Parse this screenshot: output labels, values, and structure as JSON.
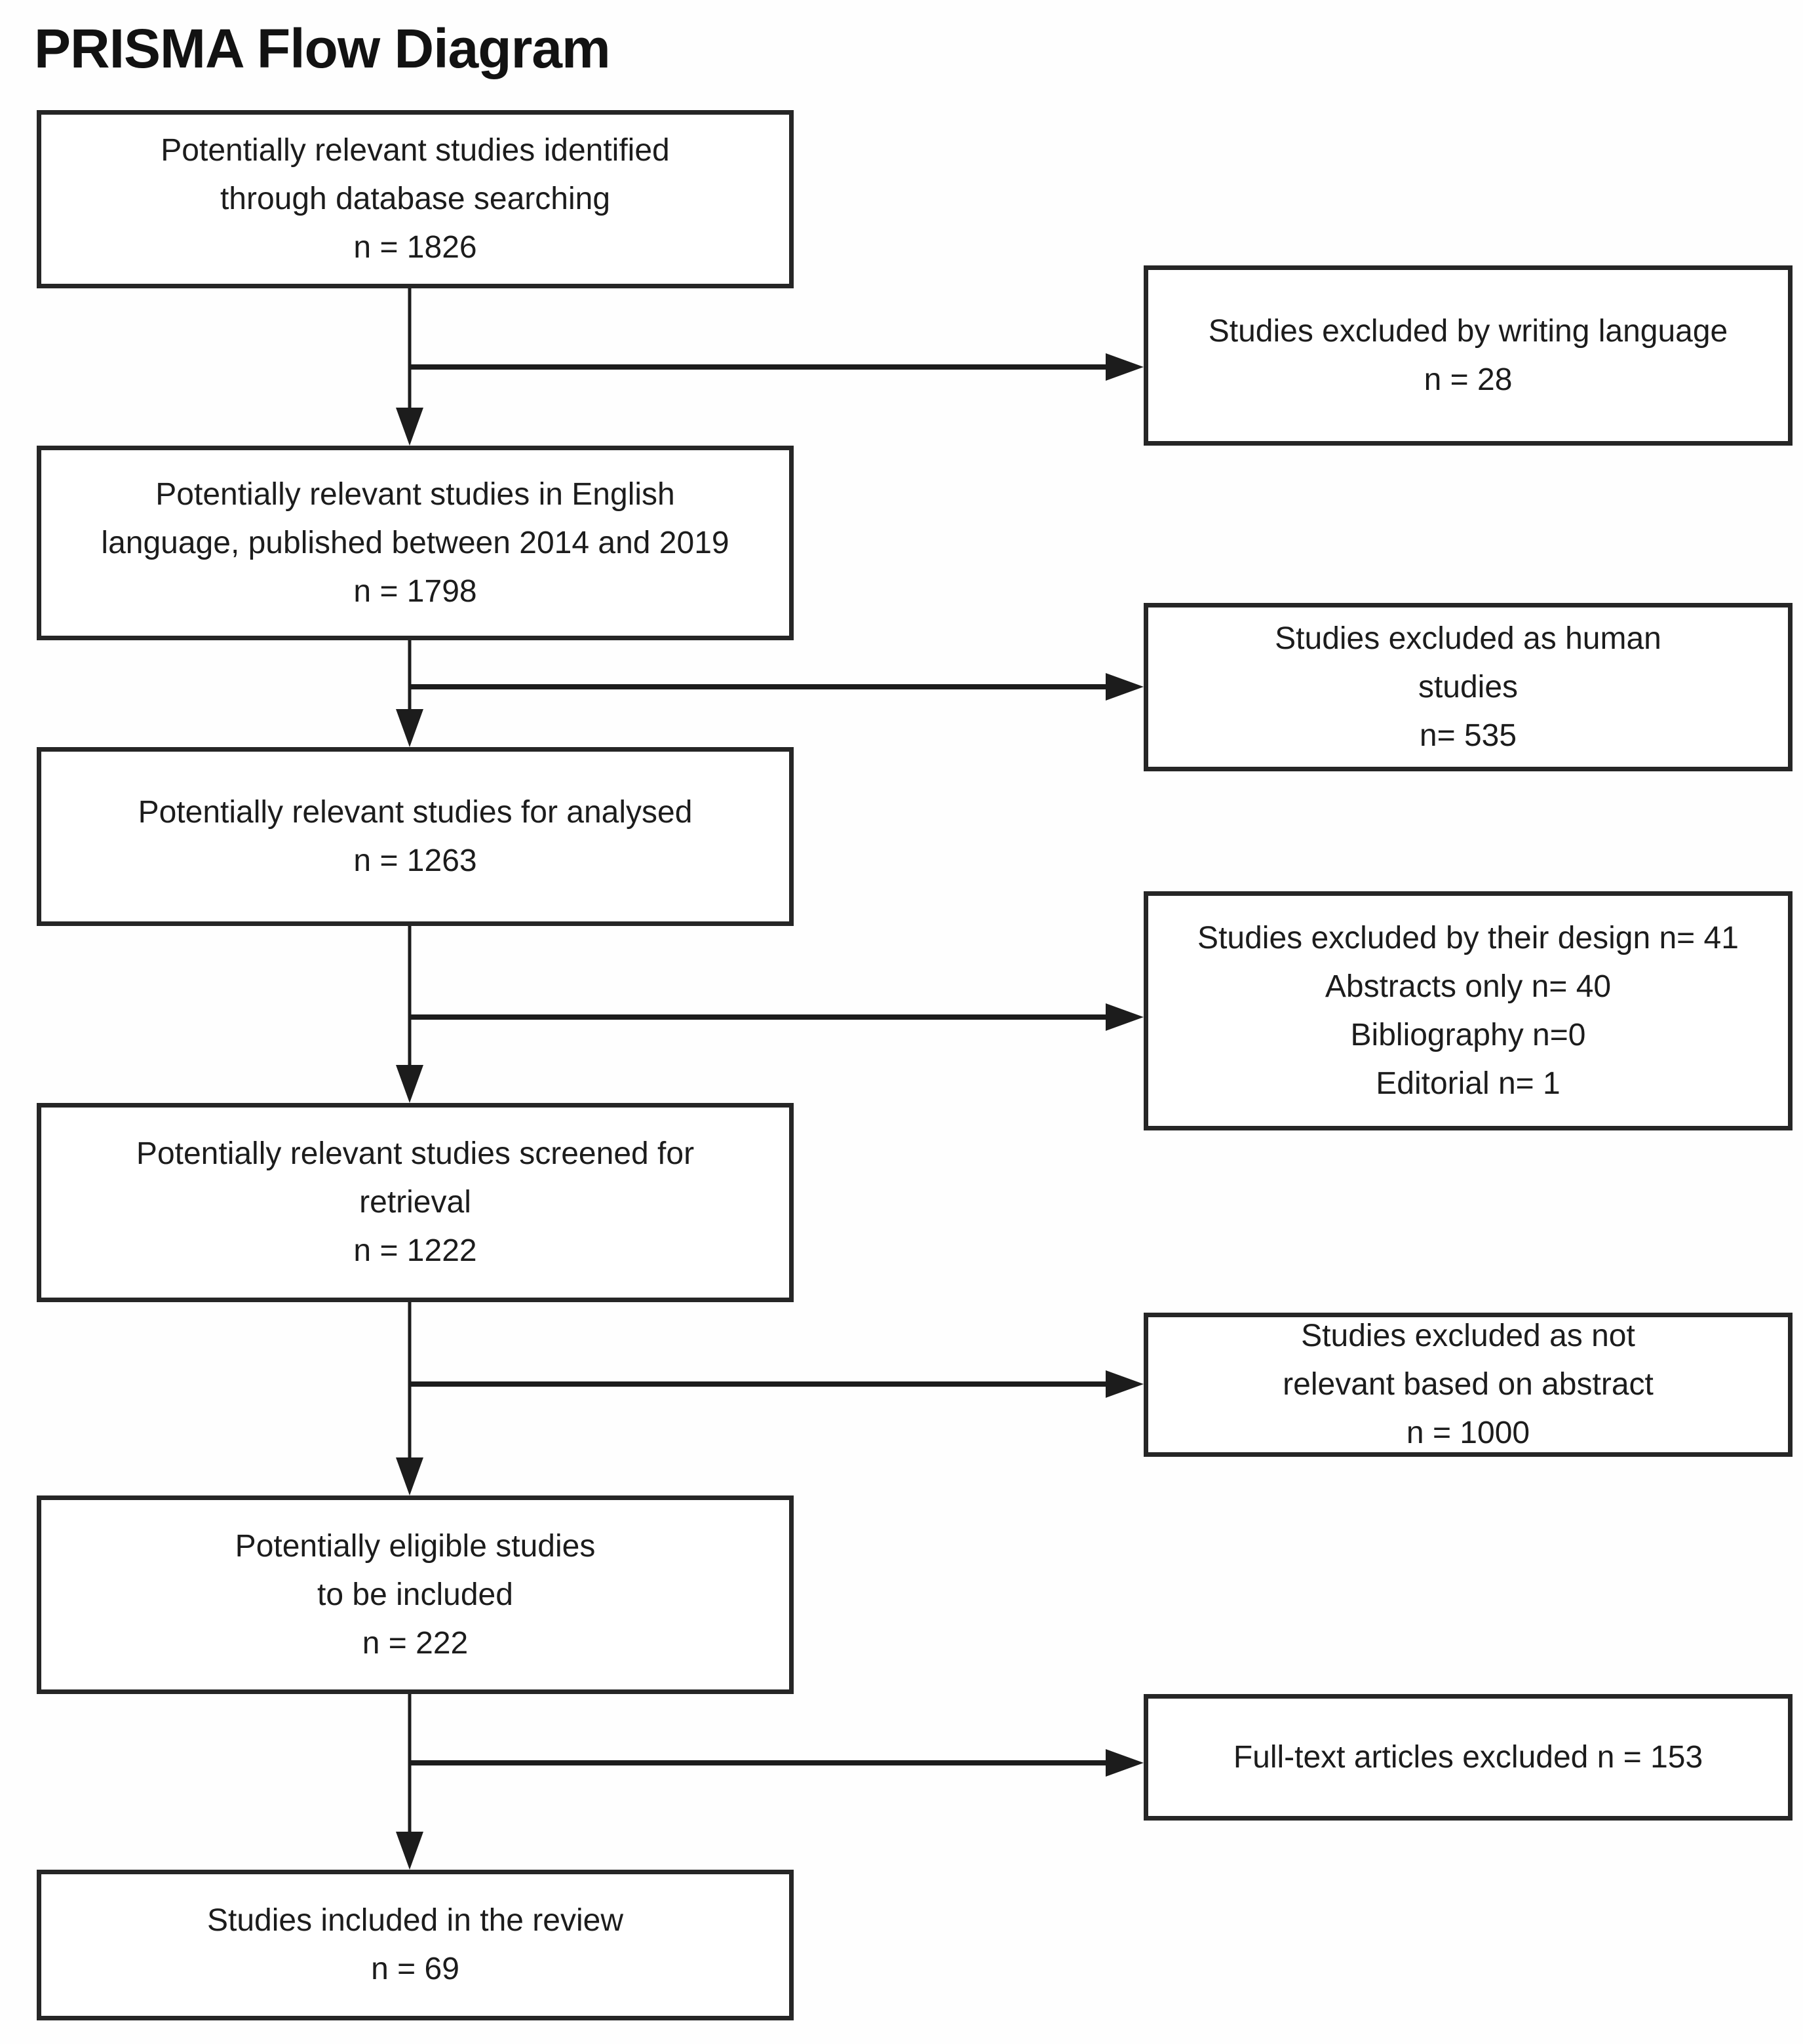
{
  "title": "PRISMA Flow Diagram",
  "colors": {
    "ink": "#1c1c1c",
    "box_border": "#262626",
    "background": "#ffffff"
  },
  "flow": {
    "main": [
      {
        "id": "identified",
        "lines": [
          "Potentially relevant studies identified",
          "through database searching",
          "n = 1826"
        ]
      },
      {
        "id": "english-language",
        "lines": [
          "Potentially relevant studies in English",
          "language, published between 2014 and 2019",
          "n = 1798"
        ]
      },
      {
        "id": "for-analysed",
        "lines": [
          "Potentially relevant studies for analysed",
          "n = 1263"
        ]
      },
      {
        "id": "screened-retrieval",
        "lines": [
          "Potentially relevant studies screened for",
          "retrieval",
          "n = 1222"
        ]
      },
      {
        "id": "eligible",
        "lines": [
          "Potentially eligible studies",
          "to be included",
          "n = 222"
        ]
      },
      {
        "id": "included",
        "lines": [
          "Studies included in the review",
          "n = 69"
        ]
      }
    ],
    "exclusions": [
      {
        "id": "writing-language",
        "lines": [
          "Studies excluded by writing language",
          "n = 28"
        ]
      },
      {
        "id": "human-studies",
        "lines": [
          "Studies excluded as human",
          "studies",
          "n= 535"
        ]
      },
      {
        "id": "study-design",
        "lines": [
          "Studies excluded by their design n= 41",
          "Abstracts only n= 40",
          "Bibliography n=0",
          "Editorial n= 1"
        ]
      },
      {
        "id": "not-relevant-abstract",
        "lines": [
          "Studies excluded as not",
          "relevant based on abstract",
          "n = 1000"
        ]
      },
      {
        "id": "fulltext-excluded",
        "lines": [
          "Full-text articles excluded n = 153"
        ]
      }
    ]
  }
}
